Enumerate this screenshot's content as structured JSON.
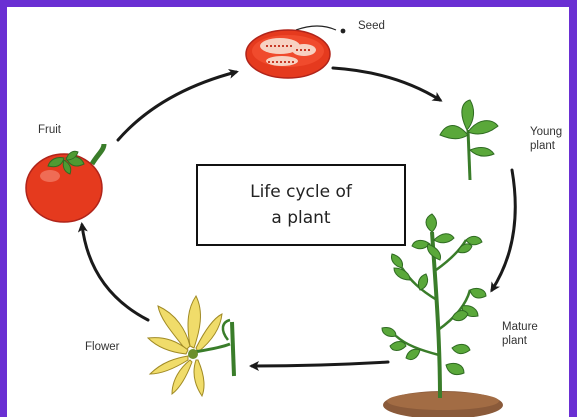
{
  "diagram": {
    "center_title_line1": "Life cycle of",
    "center_title_line2": "a plant",
    "stages": {
      "seed": "Seed",
      "young_plant_line1": "Young",
      "young_plant_line2": "plant",
      "mature_plant_line1": "Mature",
      "mature_plant_line2": "plant",
      "flower": "Flower",
      "fruit": "Fruit"
    }
  },
  "colors": {
    "border": "#6a2fd3",
    "tomato": "#e53a1e",
    "leaf": "#5aa83a",
    "flower": "#f0dc6a",
    "soil": "#8a5a3a",
    "arrow": "#1a1a1a"
  },
  "icons": [
    "tomato-slice-icon",
    "seed-dot-icon",
    "seedling-icon",
    "mature-plant-icon",
    "flower-icon",
    "tomato-fruit-icon"
  ]
}
